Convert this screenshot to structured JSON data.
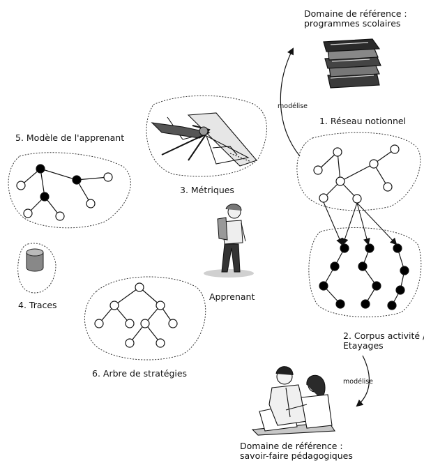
{
  "labels": {
    "domain_top_line1": "Domaine de référence :",
    "domain_top_line2": "programmes scolaires",
    "reseau": "1. Réseau notionnel",
    "corpus_line1": "2. Corpus activité /",
    "corpus_line2": "Etayages",
    "metriques": "3. Métriques",
    "traces": "4. Traces",
    "modele": "5. Modèle de l'apprenant",
    "arbre": "6. Arbre de stratégies",
    "apprenant": "Apprenant",
    "modelise_top": "modélise",
    "modelise_bottom": "modélise",
    "domain_bottom_line1": "Domaine de référence :",
    "domain_bottom_line2": "savoir-faire pédagogiques"
  },
  "colors": {
    "stroke": "#111111",
    "node_open": "#ffffff",
    "node_filled": "#000000",
    "dashed_blob": "#333333"
  },
  "icons": [
    "books-icon",
    "drafting-tools-icon",
    "student-icon",
    "database-cylinder-icon",
    "teachers-icon"
  ]
}
